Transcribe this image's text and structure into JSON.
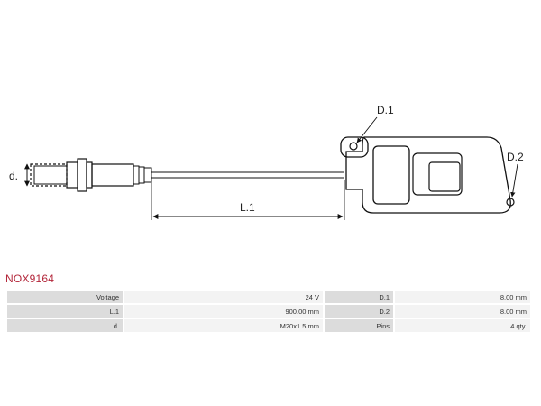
{
  "product": {
    "code": "NOX9164"
  },
  "diagram": {
    "labels": {
      "d": "d.",
      "l1": "L.1",
      "d1": "D.1",
      "d2": "D.2"
    }
  },
  "specs": {
    "rows": [
      {
        "left_label": "Voltage",
        "left_value": "24 V",
        "right_label": "D.1",
        "right_value": "8.00 mm"
      },
      {
        "left_label": "L.1",
        "left_value": "900.00 mm",
        "right_label": "D.2",
        "right_value": "8.00 mm"
      },
      {
        "left_label": "d.",
        "left_value": "M20x1.5 mm",
        "right_label": "Pins",
        "right_value": "4 qty."
      }
    ]
  },
  "colors": {
    "accent": "#b3263a",
    "label_bg": "#dcdcdc",
    "value_bg": "#f3f3f3",
    "line": "#111111"
  }
}
